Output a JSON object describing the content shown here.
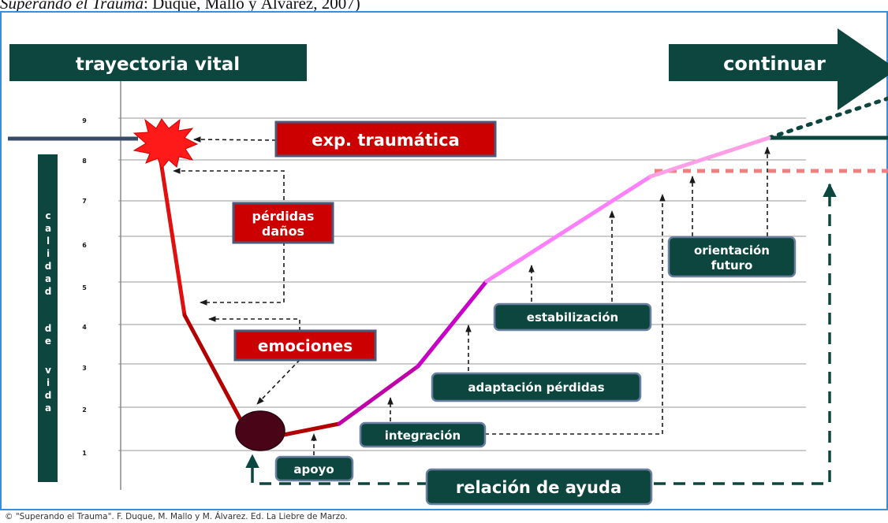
{
  "caption": {
    "title_italic": "Superando el Trauma",
    "title_rest": ": Duque, Mallo y Álvarez, 2007)"
  },
  "header": {
    "left_label": "trayectoria vital",
    "right_label": "continuar"
  },
  "y_axis": {
    "label_letters": [
      "c",
      "a",
      "l",
      "i",
      "d",
      "a",
      "d",
      "",
      "d",
      "e",
      "",
      "v",
      "i",
      "d",
      "a"
    ],
    "ticks": [
      "1",
      "2",
      "3",
      "4",
      "5",
      "6",
      "7",
      "8",
      "9"
    ]
  },
  "boxes": {
    "trauma": "exp. traumática",
    "losses_line1": "pérdidas",
    "losses_line2": "daños",
    "emotions": "emociones",
    "support": "apoyo",
    "integration": "integración",
    "adaptation": "adaptación pérdidas",
    "stabilization": "estabilización",
    "future_line1": "orientación",
    "future_line2": "futuro",
    "help": "relación de ayuda"
  },
  "colors": {
    "dark_teal": "#0d463f",
    "red_box": "#cc0000",
    "box_border": "#4a5a78",
    "curve_red": "#e01010",
    "curve_darkred": "#b30000",
    "curve_magenta": "#c800c8",
    "curve_pink": "#ff80ff",
    "curve_lightpink": "#ffa0e6",
    "circle": "#4a0418",
    "starburst": "#ff1a1a",
    "dashed_salmon": "#f08080"
  },
  "credit": "© \"Superando  el Trauma\". F. Duque,  M. Mallo y M.  Álvarez. Ed.  La Liebre de  Marzo."
}
